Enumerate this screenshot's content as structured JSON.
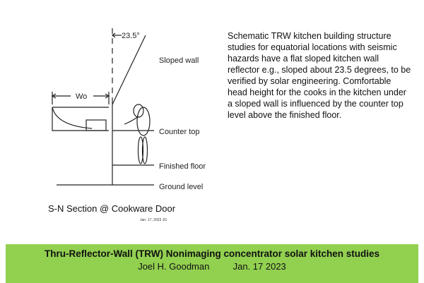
{
  "diagram": {
    "angle_label": "23.5°",
    "width_label": "Wo",
    "sloped_wall_label": "Sloped wall",
    "counter_top_label": "Counter top",
    "finished_floor_label": "Finished floor",
    "ground_level_label": "Ground level",
    "section_caption": "S-N Section @ Cookware Door",
    "sketch_date": "Jan. 17, 2023 JG"
  },
  "description": "Schematic TRW kitchen building structure studies for equatorial locations with seismic hazards have a flat sloped kitchen wall reflector e.g., sloped about 23.5 degrees, to be verified by solar engineering. Comfortable head height for the cooks in the kitchen under a sloped wall is influenced by the counter top level above the finished floor.",
  "banner": {
    "title": "Thru-Reflector-Wall (TRW) Nonimaging concentrator solar kitchen studies",
    "author": "Joel H. Goodman",
    "date": "Jan. 17 2023"
  },
  "colors": {
    "banner_background": "#92d050",
    "line": "#222222"
  }
}
